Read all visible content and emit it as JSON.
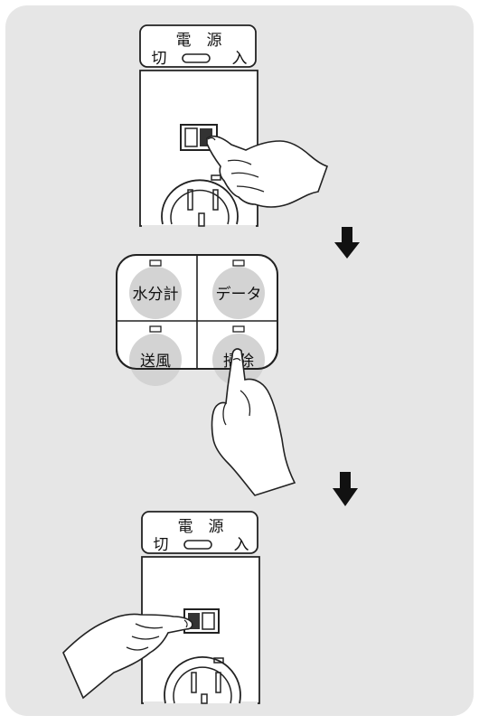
{
  "panel_bg": "#e6e6e6",
  "button_fill": "#d3d3d3",
  "step1": {
    "label_power": "電　源",
    "label_off": "切",
    "label_on": "入"
  },
  "step2": {
    "buttons": [
      {
        "id": "moisture",
        "label": "水分計"
      },
      {
        "id": "data",
        "label": "データ"
      },
      {
        "id": "fan",
        "label": "送風"
      },
      {
        "id": "clean",
        "label": "掃除"
      }
    ]
  },
  "step3": {
    "label_power": "電　源",
    "label_off": "切",
    "label_on": "入"
  },
  "arrows": [
    "down-arrow",
    "down-arrow"
  ]
}
